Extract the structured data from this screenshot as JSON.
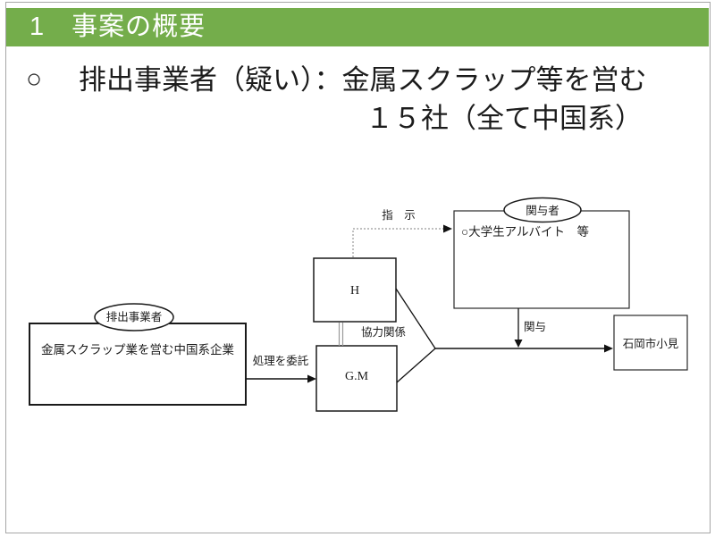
{
  "slide": {
    "header": {
      "text": "1　事案の概要",
      "bg_color": "#74ad4b",
      "text_color": "#ffffff"
    },
    "bullet": {
      "marker": "○",
      "line1": "排出事業者（疑い）：金属スクラップ等を営む",
      "line2": "１５社（全て中国系）"
    },
    "diagram": {
      "discharger_box": {
        "oval_label": "排出事業者",
        "body": "金属スクラップ業を営む中国系企業"
      },
      "h_box": {
        "label": "H"
      },
      "gm_box": {
        "label": "G.M"
      },
      "involved_box": {
        "oval_label": "関与者",
        "body": "○大学生アルバイト　等"
      },
      "site_box": {
        "label": "石岡市小見"
      },
      "edge_labels": {
        "instruction": "指　示",
        "cooperation": "協力関係",
        "commission": "処理を委託",
        "involvement": "関与"
      },
      "line_color": "#1a1a1a",
      "dotted_color": "#999999",
      "border_color": "#a6a6a6"
    }
  }
}
